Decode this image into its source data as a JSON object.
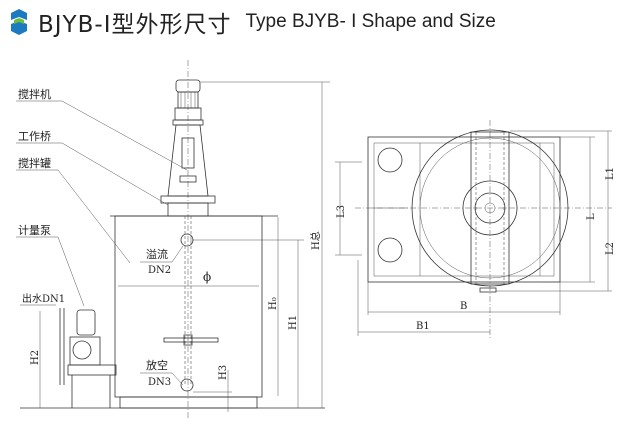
{
  "title": {
    "cn": "BJYB-Ⅰ型外形尺寸",
    "en": "Type BJYB- I Shape and Size",
    "logo_color": "#1a7bc0",
    "logo_accent": "#6cbf3c"
  },
  "front_view": {
    "labels": {
      "mixer": "搅拌机",
      "bridge": "工作桥",
      "tank": "搅拌罐",
      "pump": "计量泵",
      "outlet": "出水DN1",
      "overflow": "溢流",
      "overflow_dn": "DN2",
      "drain": "放空",
      "drain_dn": "DN3",
      "diameter": "ϕ"
    },
    "dims": {
      "h_total": "H总",
      "h1": "H1",
      "h0": "H₀",
      "h2": "H2",
      "h3": "H3"
    }
  },
  "top_view": {
    "dims": {
      "l1": "L1",
      "l": "L",
      "l2": "L2",
      "l3": "L3",
      "b": "B",
      "b1": "B1"
    }
  }
}
